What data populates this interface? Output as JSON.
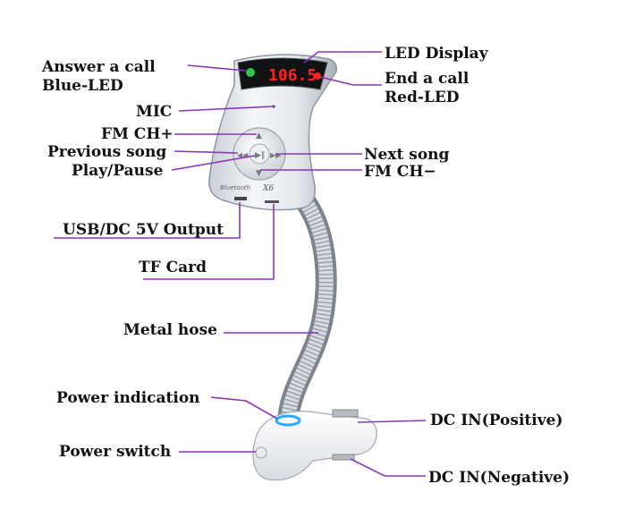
{
  "device": {
    "display_text": "106.5",
    "brand_text": "Bluetooth",
    "model_text": "X6"
  },
  "labels": {
    "led_display": "LED Display",
    "answer_call": "Answer a call",
    "blue_led": "Blue-LED",
    "end_call": "End a call",
    "red_led": "Red-LED",
    "mic": "MIC",
    "fm_ch_plus": "FM CH+",
    "previous_song": "Previous song",
    "play_pause": "Play/Pause",
    "next_song": "Next song",
    "fm_ch_minus": "FM CH−",
    "usb_output": "USB/DC 5V Output",
    "tf_card": "TF Card",
    "metal_hose": "Metal hose",
    "power_indication": "Power indication",
    "power_switch": "Power switch",
    "dc_in_positive": "DC IN(Positive)",
    "dc_in_negative": "DC IN(Negative)"
  },
  "colors": {
    "leader_line": "#8a35b8",
    "display_red": "#ff2020",
    "indicator_blue": "#2aa8ff",
    "call_green": "#31c24a",
    "device_body": "#e6e9ee"
  }
}
